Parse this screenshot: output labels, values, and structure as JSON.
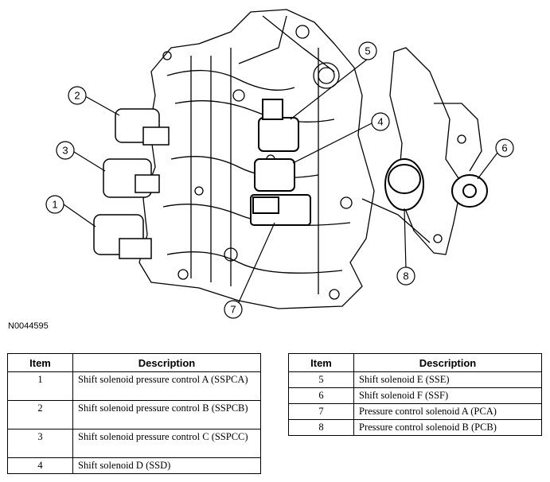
{
  "figure": {
    "figure_id": "N0044595",
    "callouts": [
      "1",
      "2",
      "3",
      "4",
      "5",
      "6",
      "7",
      "8"
    ]
  },
  "legend": {
    "header_item": "Item",
    "header_description": "Description",
    "left_rows": [
      {
        "item": "1",
        "description": "Shift solenoid pressure control A (SSPCA)"
      },
      {
        "item": "2",
        "description": "Shift solenoid pressure control B (SSPCB)"
      },
      {
        "item": "3",
        "description": "Shift solenoid pressure control C (SSPCC)"
      },
      {
        "item": "4",
        "description": "Shift solenoid D (SSD)"
      }
    ],
    "right_rows": [
      {
        "item": "5",
        "description": "Shift solenoid E (SSE)"
      },
      {
        "item": "6",
        "description": "Shift solenoid F (SSF)"
      },
      {
        "item": "7",
        "description": "Pressure control solenoid A (PCA)"
      },
      {
        "item": "8",
        "description": "Pressure control solenoid B (PCB)"
      }
    ]
  }
}
